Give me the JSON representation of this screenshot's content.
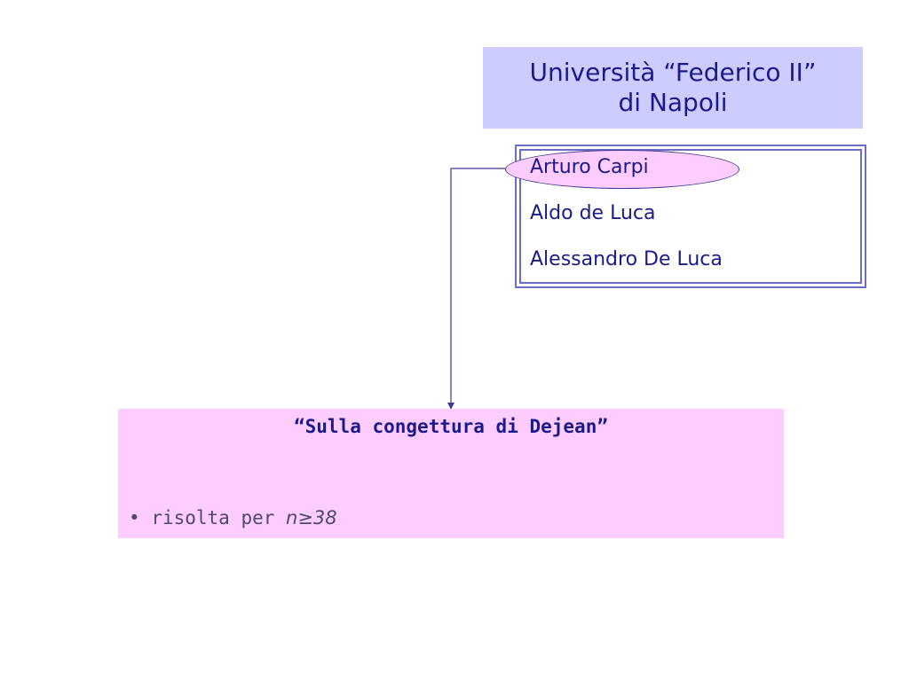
{
  "header": {
    "line1": "Università “Federico II”",
    "line2": "di Napoli"
  },
  "authors": [
    {
      "name": "Arturo Carpi",
      "highlighted": true
    },
    {
      "name": "Aldo de Luca",
      "highlighted": false
    },
    {
      "name": "Alessandro De Luca",
      "highlighted": false
    }
  ],
  "paper": {
    "title": "“Sulla congettura di Dejean”",
    "bullet_symbol": "•",
    "bullet_text": "risolta per ",
    "bullet_condition": "n≥38"
  },
  "colors": {
    "header_bg": "#ccccff",
    "text_navy": "#1a1a8c",
    "highlight_pink": "#ffccff",
    "frame_border": "#6b6bc8",
    "connector": "#3a3a9a"
  }
}
